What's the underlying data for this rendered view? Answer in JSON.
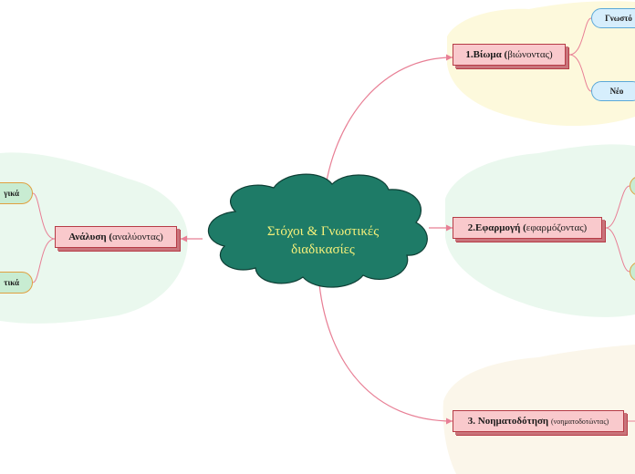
{
  "central": {
    "line1": "Στόχοι & Γνωστικές",
    "line2": "διαδικασίες"
  },
  "branches": [
    {
      "bold": "1.Βίωμα (",
      "rest": "βιώνοντας)",
      "children": [
        "Γνωστό",
        "Νέο"
      ]
    },
    {
      "bold": "2.Εφαρμογή (",
      "rest": "εφαρμόζοντας)",
      "children": [
        "",
        ""
      ]
    },
    {
      "bold": "3. Νοηματοδότηση",
      "rest": "(νοηματοδοτώντας)",
      "children": []
    },
    {
      "bold": "Ανάλυση (",
      "rest": "αναλύοντας)",
      "children": [
        "γικά",
        "τικά"
      ]
    }
  ],
  "colors": {
    "center_fill": "#1e7b67",
    "center_text": "#f5f07a",
    "connector": "#e87f95",
    "node_fill": "#f9c9cc",
    "node_border": "#b63b46",
    "zone_yellow": "#fdf9dc",
    "zone_green": "#eaf8ee",
    "zone_beige": "#fbf6ea"
  }
}
